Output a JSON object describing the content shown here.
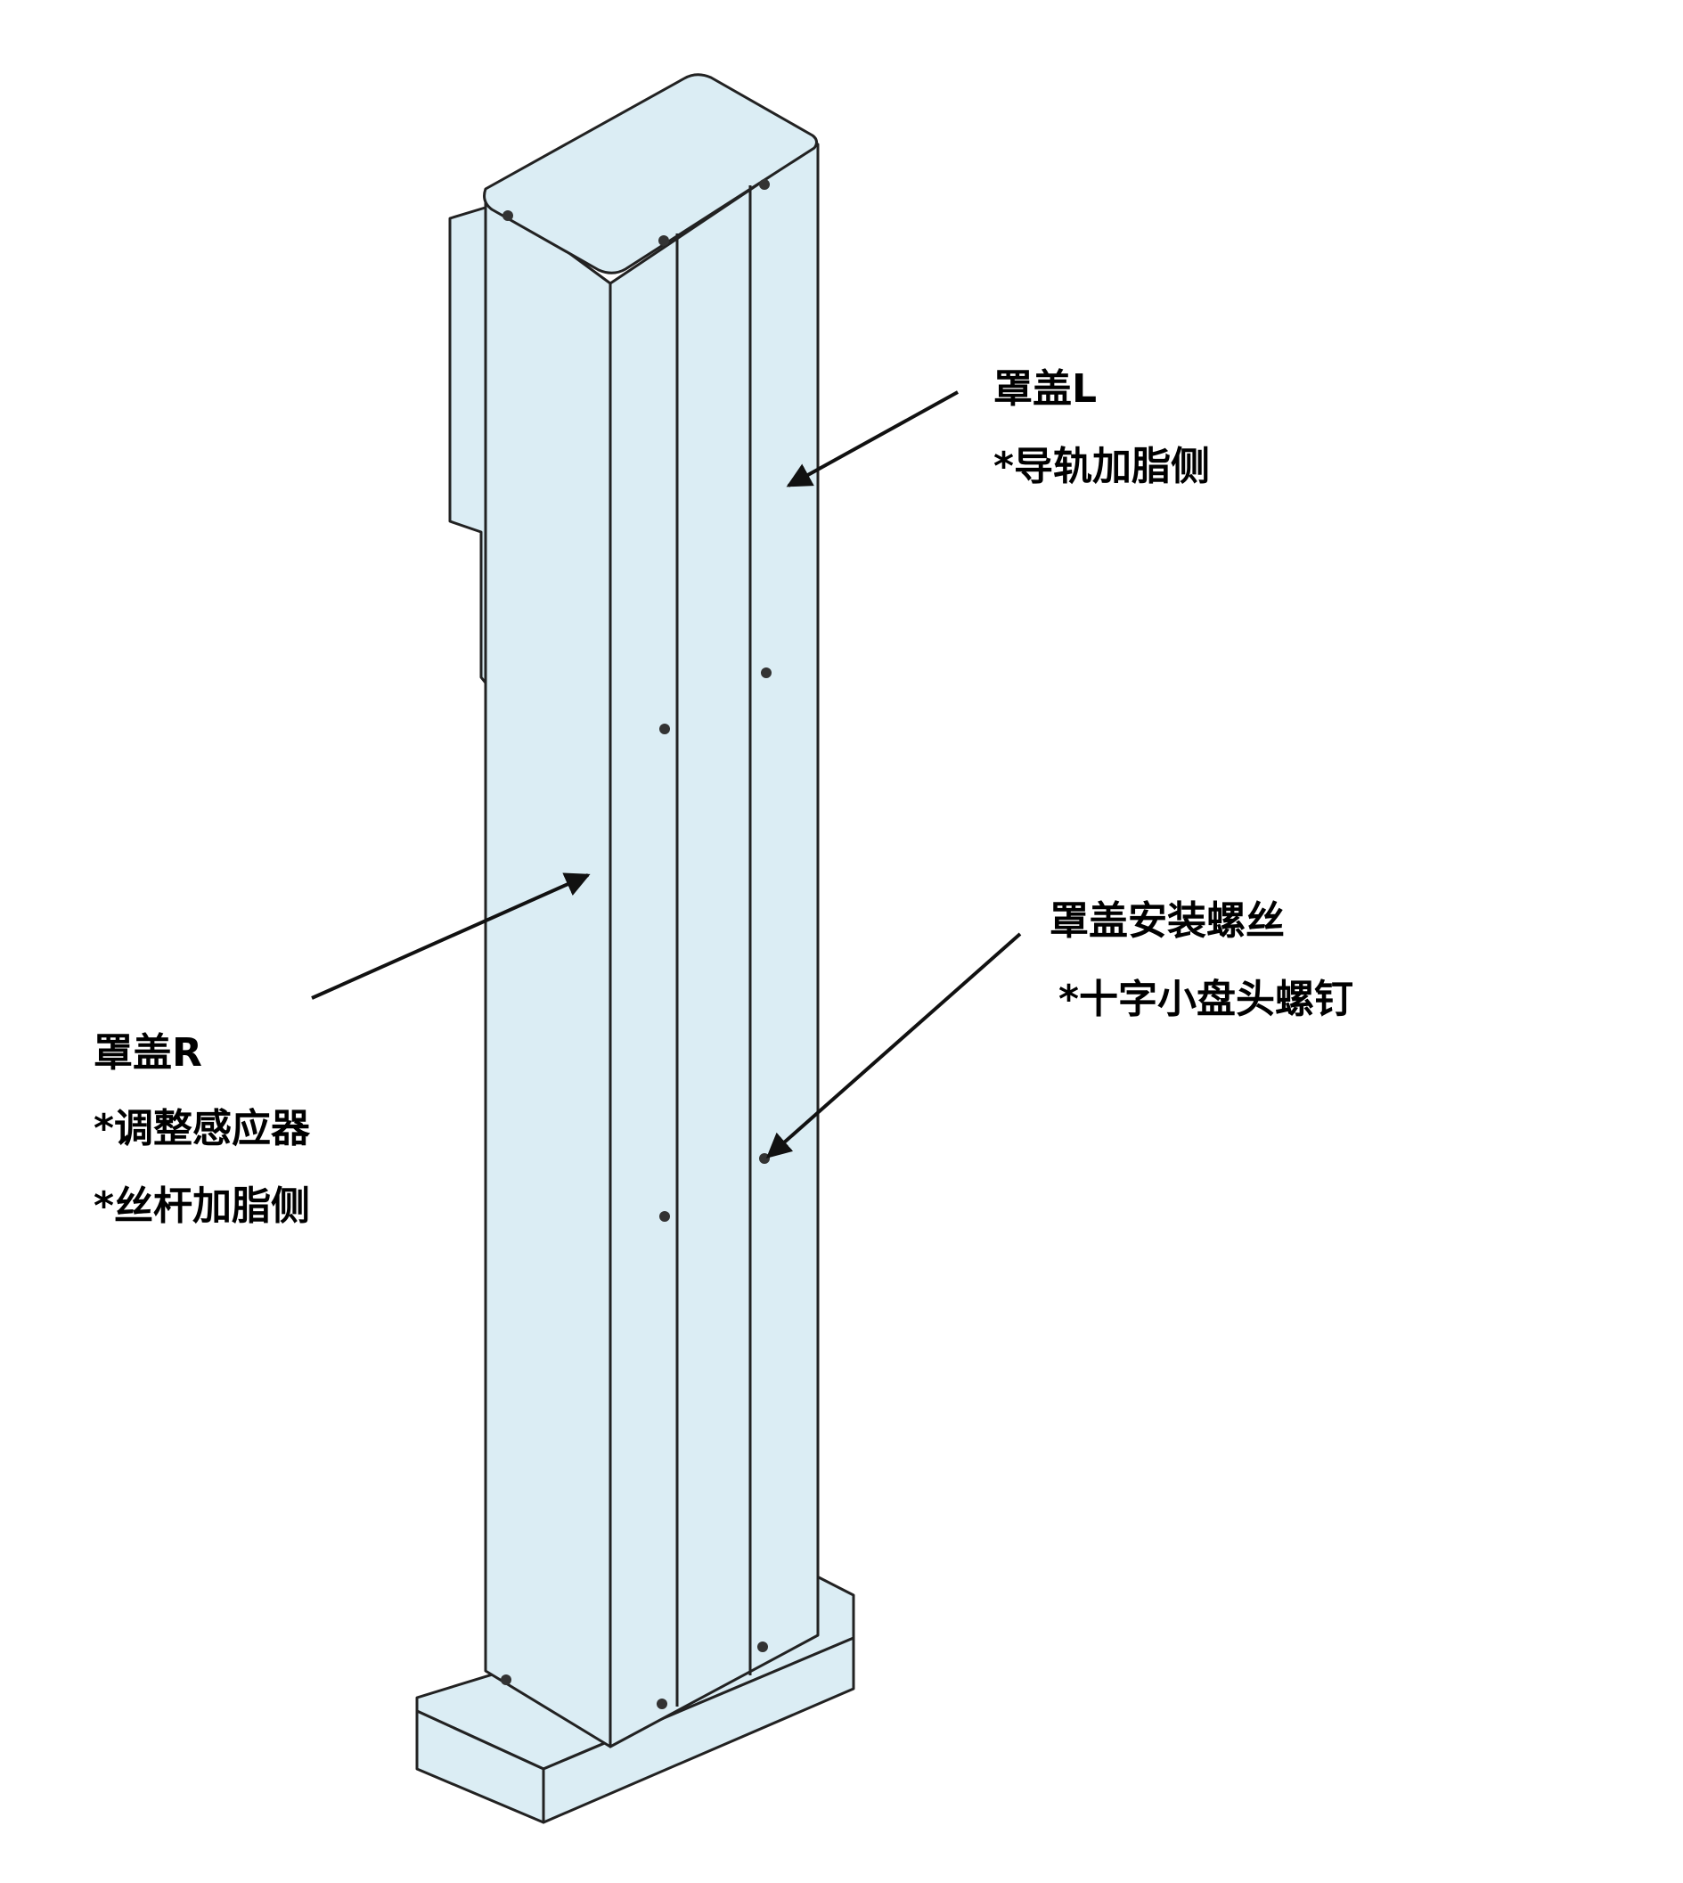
{
  "colors": {
    "body_fill": "#dbedf4",
    "outline": "#222222",
    "text": "#000000",
    "background": "#ffffff"
  },
  "annotations": {
    "cover_l": {
      "title": "罩盖L",
      "notes": [
        "*导轨加脂侧"
      ]
    },
    "mounting_screw": {
      "title": "罩盖安装螺丝",
      "notes": [
        "*十字小盘头螺钉"
      ]
    },
    "cover_r": {
      "title": "罩盖R",
      "notes": [
        "*调整感应器",
        "*丝杆加脂侧"
      ]
    }
  }
}
